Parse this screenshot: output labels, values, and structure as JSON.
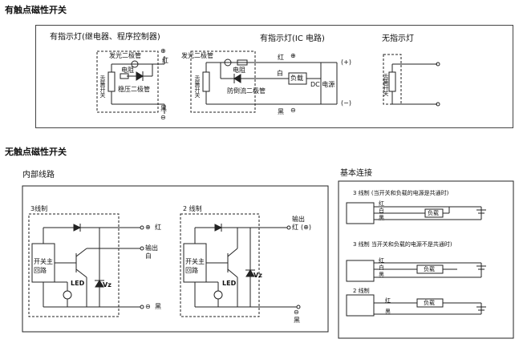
{
  "sections": {
    "contact_title": "有触点磁性开关",
    "contactless_title": "无触点磁性开关"
  },
  "contact": {
    "panel1": {
      "title": "有指示灯(继电器、程序控制器)",
      "led_label": "发光二极管",
      "resistor_label": "电阻",
      "zener_label": "稳压二极管",
      "switch_label": "舌簧开关",
      "red": "红",
      "black": "黑",
      "plus": "⊕",
      "minus": "⊖"
    },
    "panel2": {
      "title": "有指示灯(IC 电路)",
      "led_label": "发光二极管",
      "resistor_label": "电阻",
      "protect_label": "防倒流二极管",
      "switch_label": "舌簧开关",
      "red": "红",
      "white": "白",
      "black": "黑",
      "load_label": "负载",
      "dc_label": "DC 电源",
      "plus_paren": "(+)",
      "minus_paren": "(−)",
      "plus": "⊕",
      "minus": "⊖"
    },
    "panel3": {
      "title": "无指示灯",
      "switch_label": "舌簧开关"
    }
  },
  "contactless": {
    "internal": {
      "title": "内部线路",
      "three_wire": {
        "label": "3线制",
        "main_circuit": "开关主回路",
        "led": "LED",
        "vz": "Vz",
        "red": "红",
        "output": "输出",
        "white": "白",
        "black": "黑",
        "plus": "⊕",
        "minus": "⊖"
      },
      "two_wire": {
        "label": "2 线制",
        "main_circuit": "开关主回路",
        "led": "LED",
        "vz": "Vz",
        "output": "输出",
        "red": "红",
        "black": "黑",
        "plus_circle": "(⊕)",
        "minus": "⊖"
      }
    },
    "basic": {
      "title": "基本连接",
      "c1": {
        "label": "3 线制 (当开关和负载的电源是共通时)",
        "red": "红",
        "white": "白",
        "black": "黑",
        "load": "负载"
      },
      "c2": {
        "label": "3 线制  当开关和负载的电源不是共通时)",
        "red": "红",
        "white": "白",
        "black": "黑",
        "load": "负载"
      },
      "c3": {
        "label": "2 线制",
        "red": "红",
        "black": "黑",
        "load": "负载"
      }
    }
  }
}
